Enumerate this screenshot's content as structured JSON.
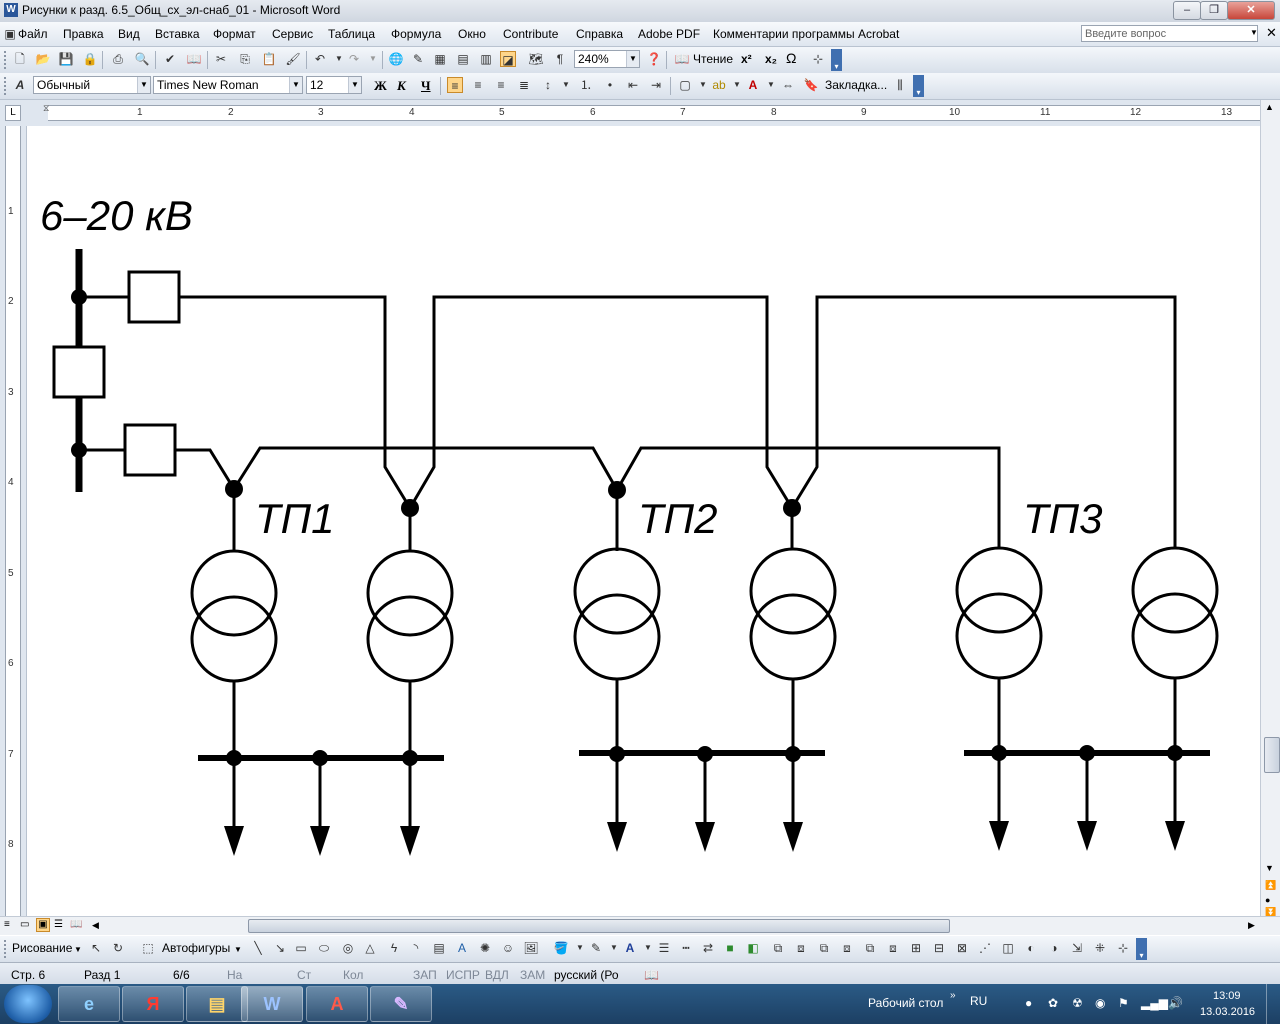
{
  "window": {
    "title": "Рисунки к разд. 6.5_Общ_сх_эл-снаб_01 - Microsoft Word",
    "app_badge": "W",
    "min": "‒",
    "restore": "❐",
    "close": "✕"
  },
  "menu": {
    "items": [
      "Файл",
      "Правка",
      "Вид",
      "Вставка",
      "Формат",
      "Сервис",
      "Таблица",
      "Формула",
      "Окно",
      "Contribute",
      "Справка",
      "Adobe PDF",
      "Комментарии программы Acrobat"
    ],
    "ask_placeholder": "Введите вопрос"
  },
  "toolbar_standard": {
    "zoom": "240%",
    "reading_label": "Чтение"
  },
  "toolbar_format": {
    "style": "Обычный",
    "font": "Times New Roman",
    "size": "12",
    "bold": "Ж",
    "italic": "К",
    "underline": "Ч",
    "bookmark_label": "Закладка..."
  },
  "ruler": {
    "h_numbers": [
      "1",
      "2",
      "3",
      "4",
      "5",
      "6",
      "7",
      "8",
      "9",
      "10",
      "11",
      "12",
      "13"
    ],
    "v_numbers": [
      "1",
      "2",
      "3",
      "4",
      "5",
      "6",
      "7",
      "8"
    ],
    "tab_marker": "L"
  },
  "diagram": {
    "voltage_label": "6–20 кВ",
    "substations": [
      "ТП1",
      "ТП2",
      "ТП3"
    ]
  },
  "drawing_toolbar": {
    "draw_label": "Рисование",
    "autoshapes_label": "Автофигуры"
  },
  "status": {
    "page": "Стр. 6",
    "section": "Разд 1",
    "pages": "6/6",
    "at": "На",
    "line": "Ст",
    "col": "Кол",
    "rec": "ЗАП",
    "trk": "ИСПР",
    "ext": "ВДЛ",
    "ovr": "ЗАМ",
    "language": "русский (Ро"
  },
  "taskbar": {
    "desktop_label": "Рабочий стол",
    "lang": "RU",
    "time": "13:09",
    "date": "13.03.2016",
    "apps": [
      "e",
      "Я",
      "▤",
      "W",
      "A",
      "✎"
    ]
  }
}
